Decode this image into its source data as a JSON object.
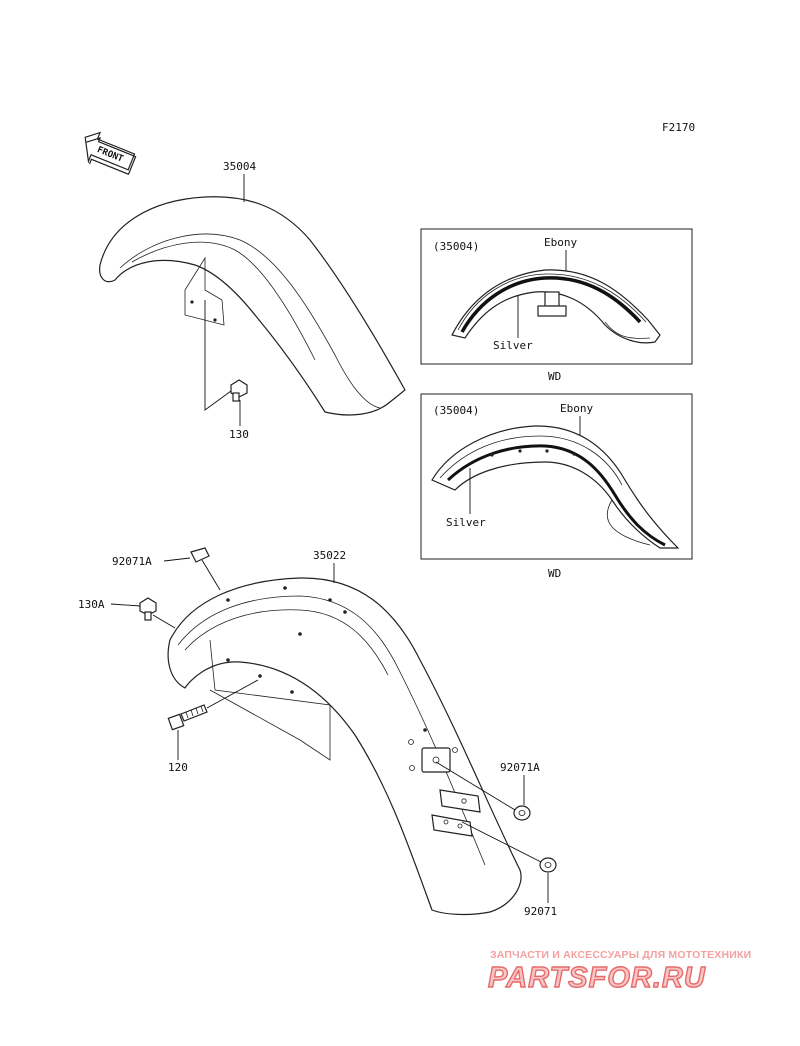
{
  "diagram_code": "F2170",
  "front_arrow_label": "FRONT",
  "parts": {
    "front_fender": "35004",
    "front_bolt": "130",
    "rear_fender": "35022",
    "rear_nut_a": "92071A",
    "rear_bolt_a": "130A",
    "rear_bolt": "120",
    "rear_grommet_a": "92071A",
    "rear_grommet": "92071"
  },
  "variants": [
    {
      "part_ref": "(35004)",
      "stripe_color": "Ebony",
      "base_color": "Silver",
      "code": "WD"
    },
    {
      "part_ref": "(35004)",
      "stripe_color": "Ebony",
      "base_color": "Silver",
      "code": "WD"
    }
  ],
  "watermark": {
    "tagline": "ЗАПЧАСТИ И АКСЕССУАРЫ ДЛЯ МОТОТЕХНИКИ",
    "brand": "PARTSFOR.RU"
  }
}
